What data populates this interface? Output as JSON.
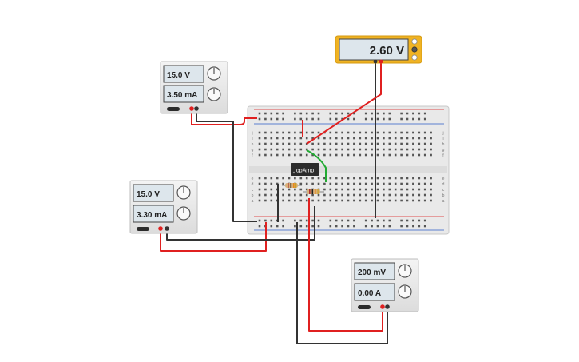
{
  "multimeter": {
    "reading": "2.60 V"
  },
  "supplies": [
    {
      "voltage": "15.0 V",
      "current": "3.50 mA"
    },
    {
      "voltage": "15.0 V",
      "current": "3.30 mA"
    },
    {
      "voltage": "200 mV",
      "current": "0.00 A"
    }
  ],
  "chip": {
    "label": "opAmp"
  },
  "breadboard": {
    "row_letters_top": [
      "j",
      "i",
      "h",
      "g",
      "f"
    ],
    "row_letters_bottom": [
      "e",
      "d",
      "c",
      "b",
      "a"
    ]
  },
  "colors": {
    "wire_red": "#e02020",
    "wire_black": "#333333",
    "wire_green": "#22aa33",
    "multimeter_frame": "#f0b323",
    "lcd_bg": "#dde6ec"
  }
}
